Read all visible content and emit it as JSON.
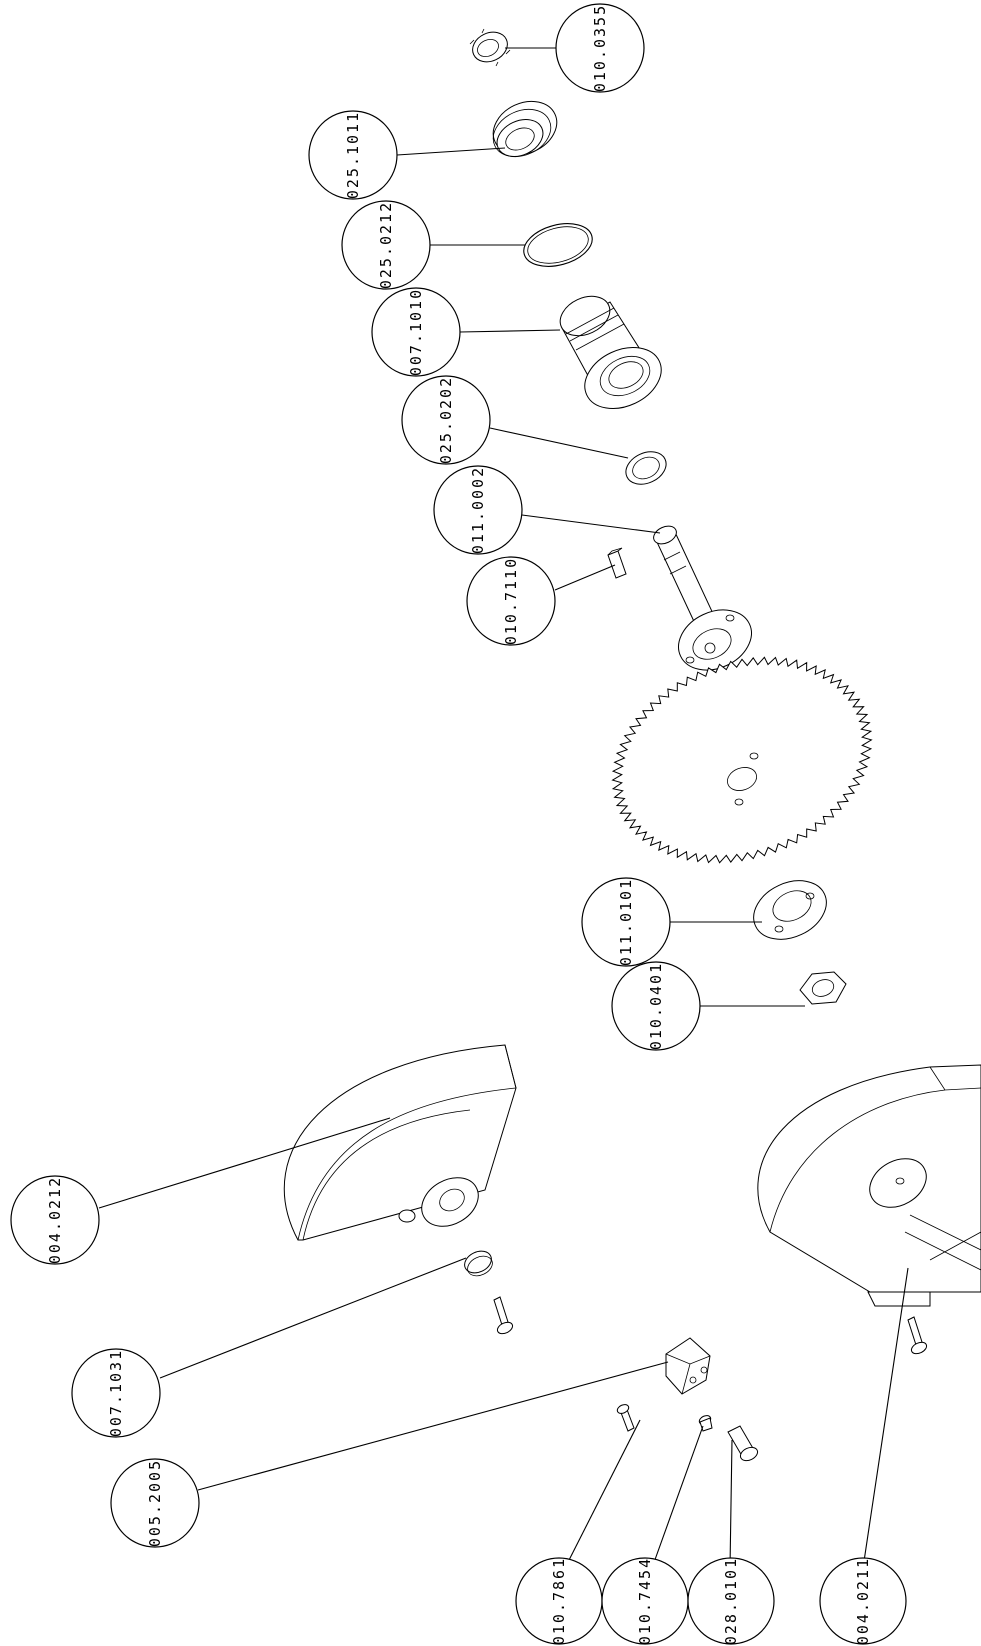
{
  "parts": [
    "010.0355",
    "025.1011",
    "025.0212",
    "007.1010",
    "025.0202",
    "011.0002",
    "010.7110",
    "011.0101",
    "010.0401",
    "004.0212",
    "007.1031",
    "005.2005",
    "010.7861",
    "010.7454",
    "028.0101",
    "004.0211"
  ]
}
